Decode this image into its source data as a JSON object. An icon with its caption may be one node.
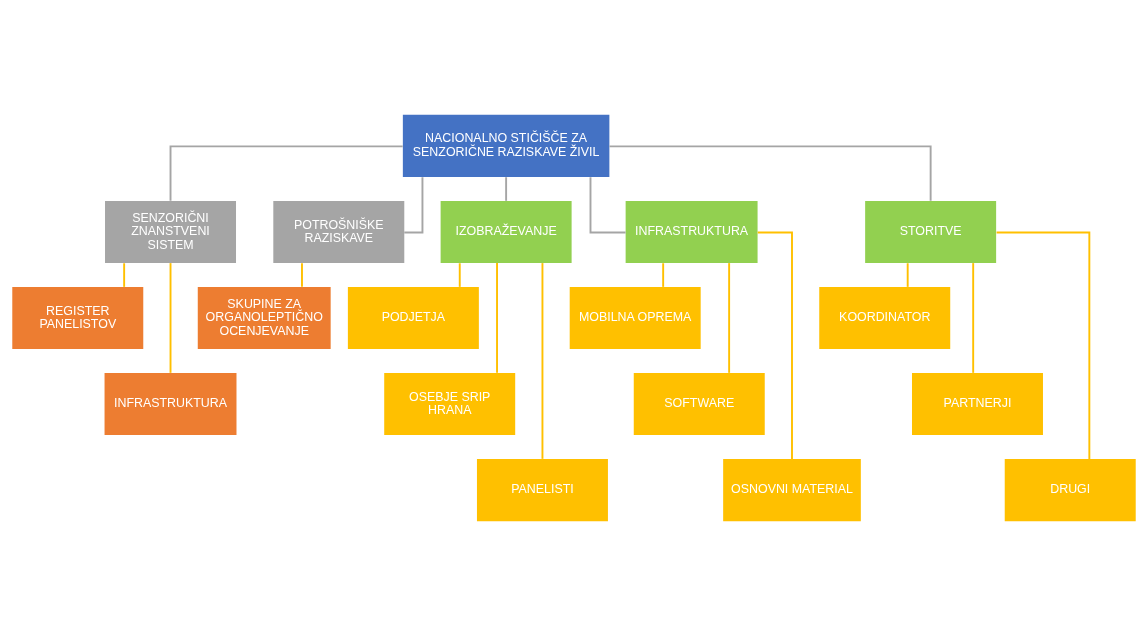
{
  "diagram": {
    "nodes": [
      {
        "text": [
          "NACIONALNO STIČIŠČE ZA SENZORIČNE RAZISKAVE ŽIVIL"
        ]
      },
      {
        "text": [
          "SENZORIČNI ZNANSTVENI SISTEM"
        ]
      },
      {
        "text": [
          "POTROŠNIŠKE RAZISKAVE"
        ]
      },
      {
        "text": [
          "IZOBRAŽEVANJE"
        ]
      },
      {
        "text": [
          "INFRASTRUKTURA"
        ]
      },
      {
        "text": [
          "STORITVE"
        ]
      },
      {
        "text": [
          "REGISTER PANELISTOV"
        ]
      },
      {
        "text": [
          "INFRASTRUKTURA"
        ]
      },
      {
        "text": [
          "SKUPINE ZA ORGANOLEPTIČNO OCENJEVANJE"
        ]
      },
      {
        "text": [
          "PODJETJA"
        ]
      },
      {
        "text": [
          "OSEBJE SRIP HRANA"
        ]
      },
      {
        "text": [
          "PANELISTI"
        ]
      },
      {
        "text": [
          "MOBILNA OPREMA"
        ]
      },
      {
        "text": [
          "SOFTWARE"
        ]
      },
      {
        "text": [
          "OSNOVNI MATERIAL"
        ]
      },
      {
        "text": [
          "KOORDINATOR"
        ]
      },
      {
        "text": [
          "PARTNERJI"
        ]
      },
      {
        "text": [
          "DRUGI"
        ]
      }
    ],
    "edges": [
      {
        "from": 0,
        "to": 1,
        "arrow": "none",
        "color": "#a5a5a5"
      },
      {
        "from": 0,
        "to": 2,
        "arrow": "none",
        "color": "#a5a5a5"
      },
      {
        "from": 0,
        "to": 3,
        "arrow": "none",
        "color": "#a5a5a5"
      },
      {
        "from": 0,
        "to": 4,
        "arrow": "none",
        "color": "#a5a5a5"
      },
      {
        "from": 0,
        "to": 5,
        "arrow": "none",
        "color": "#a5a5a5"
      },
      {
        "from": 1,
        "to": 6,
        "arrow": "none"
      },
      {
        "from": 1,
        "to": 7,
        "arrow": "none"
      },
      {
        "from": 2,
        "to": 8,
        "arrow": "none"
      },
      {
        "from": 3,
        "to": 9,
        "arrow": "none"
      },
      {
        "from": 3,
        "to": 10,
        "arrow": "none"
      },
      {
        "from": 3,
        "to": 11,
        "arrow": "none"
      },
      {
        "from": 4,
        "to": 12,
        "arrow": "none"
      },
      {
        "from": 4,
        "to": 13,
        "arrow": "none"
      },
      {
        "from": 4,
        "to": 14,
        "arrow": "none"
      },
      {
        "from": 5,
        "to": 15,
        "arrow": "none"
      },
      {
        "from": 5,
        "to": 16,
        "arrow": "none"
      },
      {
        "from": 5,
        "to": 17,
        "arrow": "none"
      }
    ]
  }
}
